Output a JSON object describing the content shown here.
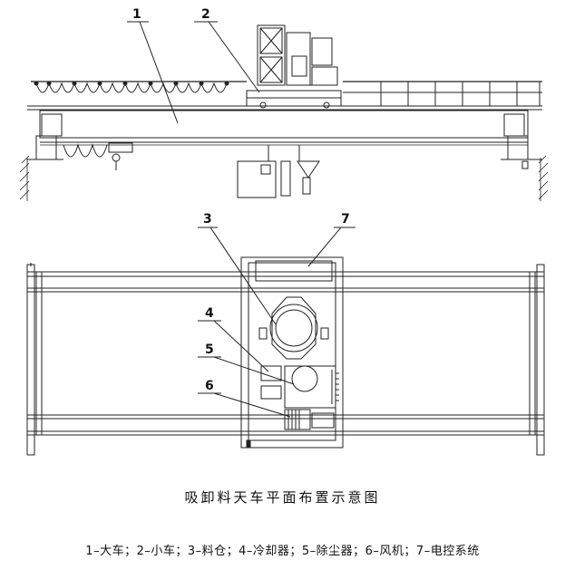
{
  "callouts": {
    "c1": "1",
    "c2": "2",
    "c3": "3",
    "c4": "4",
    "c5": "5",
    "c6": "6",
    "c7": "7"
  },
  "caption": "吸卸料天车平面布置示意图",
  "legend": "1–大车；2–小车；3–料仓；4–冷却器；5–除尘器；6–风机；7–电控系统"
}
